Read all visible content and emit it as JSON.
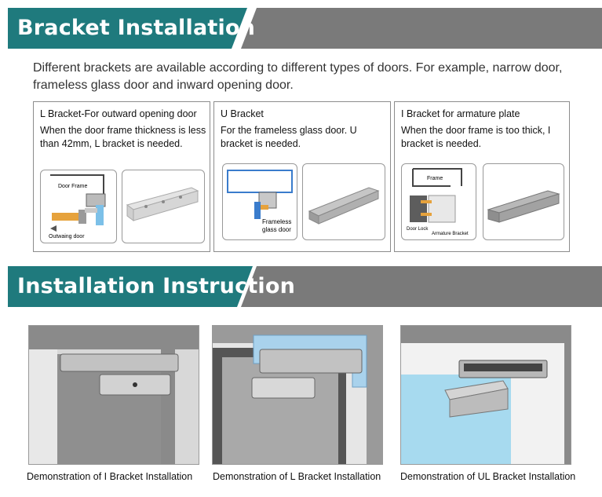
{
  "sections": {
    "bracket_title": "Bracket Installation",
    "install_title": "Installation Instruction"
  },
  "intro": "Different brackets are available according to different types of doors. For example, narrow door, frameless glass door and inward opening door.",
  "brackets": [
    {
      "title": "L Bracket-For outward opening door",
      "desc": "When the door frame thickness is less than 42mm, L bracket is needed.",
      "diagram_labels": [
        "Door Frame",
        "Outwaing door"
      ]
    },
    {
      "title": "U Bracket",
      "desc": "For the frameless glass door. U bracket is needed.",
      "diagram_labels": [
        "Frameless",
        "glass door"
      ]
    },
    {
      "title": "I Bracket for armature plate",
      "desc": "When the door frame is too thick, I bracket is needed.",
      "diagram_labels": [
        "Frame",
        "Door Lock",
        "Armature Bracket"
      ]
    }
  ],
  "demos": [
    "Demonstration of I Bracket Installation",
    "Demonstration of L Bracket Installation",
    "Demonstration of UL Bracket Installation"
  ],
  "colors": {
    "teal": "#1f7a7d",
    "grey_band": "#7a7a7a"
  }
}
